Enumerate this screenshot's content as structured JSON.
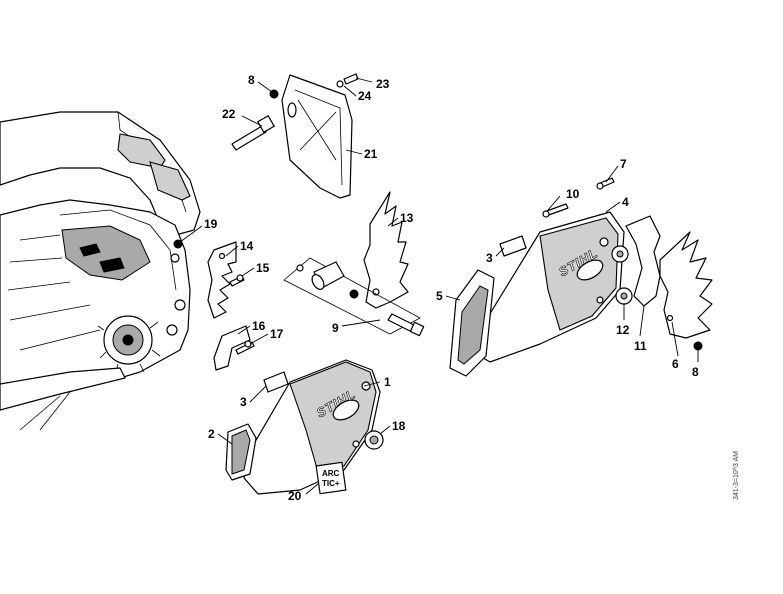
{
  "callouts": {
    "c1": "1",
    "c2": "2",
    "c3a": "3",
    "c3b": "3",
    "c4": "4",
    "c5": "5",
    "c6": "6",
    "c7": "7",
    "c8a": "8",
    "c8b": "8",
    "c9": "9",
    "c10": "10",
    "c11": "11",
    "c12": "12",
    "c13": "13",
    "c14": "14",
    "c15": "15",
    "c16": "16",
    "c17": "17",
    "c18": "18",
    "c19": "19",
    "c20": "20",
    "c21": "21",
    "c22": "22",
    "c23": "23",
    "c24": "24"
  },
  "labels": {
    "brand_left": "STIHL",
    "brand_right": "STIHL",
    "badge_line1": "ARC",
    "badge_line2": "TIC+",
    "doc_id": "341-3=10^3 AM"
  }
}
